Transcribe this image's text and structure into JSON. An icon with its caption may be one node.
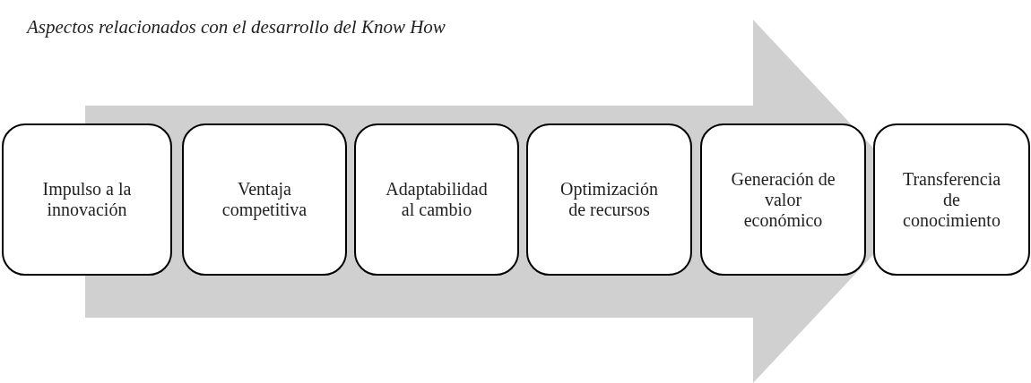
{
  "diagram": {
    "title": "Aspectos relacionados con el desarrollo del Know How",
    "nodes": [
      {
        "text": [
          "Impulso a la innovación"
        ]
      },
      {
        "text": [
          "Ventaja competitiva"
        ]
      },
      {
        "text": [
          "Adaptabilidad al cambio"
        ]
      },
      {
        "text": [
          "Optimización de recursos"
        ]
      },
      {
        "text": [
          "Generación de valor económico"
        ]
      },
      {
        "text": [
          "Transferencia de conocimiento"
        ]
      }
    ],
    "edges": [
      {
        "from": 0,
        "to": 5,
        "arrow": "to"
      }
    ]
  }
}
